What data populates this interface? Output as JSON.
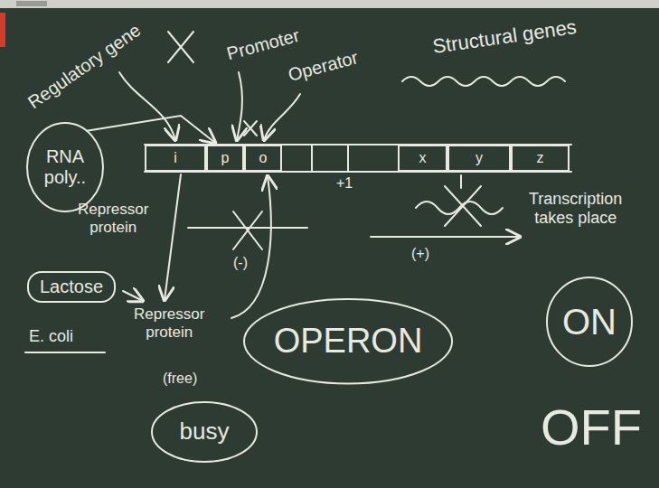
{
  "diagram": {
    "nodes": [
      {
        "text": [
          "i"
        ]
      },
      {
        "text": [
          "p"
        ]
      },
      {
        "text": [
          "o"
        ]
      },
      {
        "text": [
          "x"
        ]
      },
      {
        "text": [
          "y"
        ]
      },
      {
        "text": [
          "z"
        ]
      },
      {
        "text": [
          "RNA poly.."
        ]
      },
      {
        "text": [
          "Lactose"
        ]
      },
      {
        "text": [
          "OPERON"
        ]
      },
      {
        "text": [
          "ON"
        ]
      },
      {
        "text": [
          "busy"
        ]
      }
    ],
    "edges": [
      {
        "from": 6,
        "to": 1,
        "arrow": "to"
      }
    ],
    "labels": [
      "Regulatory gene",
      "Promoter",
      "Operator",
      "Structural genes",
      "+1",
      "Repressor protein",
      "(-)",
      "Transcription takes place",
      "(+)",
      "E. coli",
      "Repressor protein",
      "(free)",
      "OFF"
    ]
  }
}
